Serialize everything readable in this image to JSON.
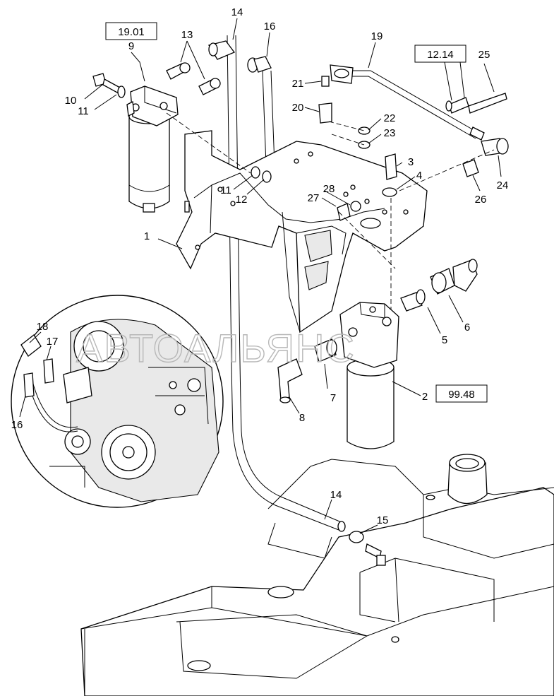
{
  "watermark": "АВТОАЛЬЯНС",
  "reference_boxes": [
    {
      "id": "ref-19-01",
      "text": "19.01"
    },
    {
      "id": "ref-12-14",
      "text": "12.14"
    },
    {
      "id": "ref-99-48",
      "text": "99.48"
    }
  ],
  "callouts": [
    "1",
    "2",
    "3",
    "4",
    "5",
    "6",
    "7",
    "8",
    "9",
    "10",
    "11",
    "11",
    "12",
    "13",
    "14",
    "14",
    "15",
    "16",
    "16",
    "17",
    "18",
    "19",
    "20",
    "21",
    "22",
    "23",
    "24",
    "25",
    "26",
    "27",
    "28"
  ],
  "inset": {
    "callouts": [
      "18",
      "17",
      "16"
    ]
  }
}
